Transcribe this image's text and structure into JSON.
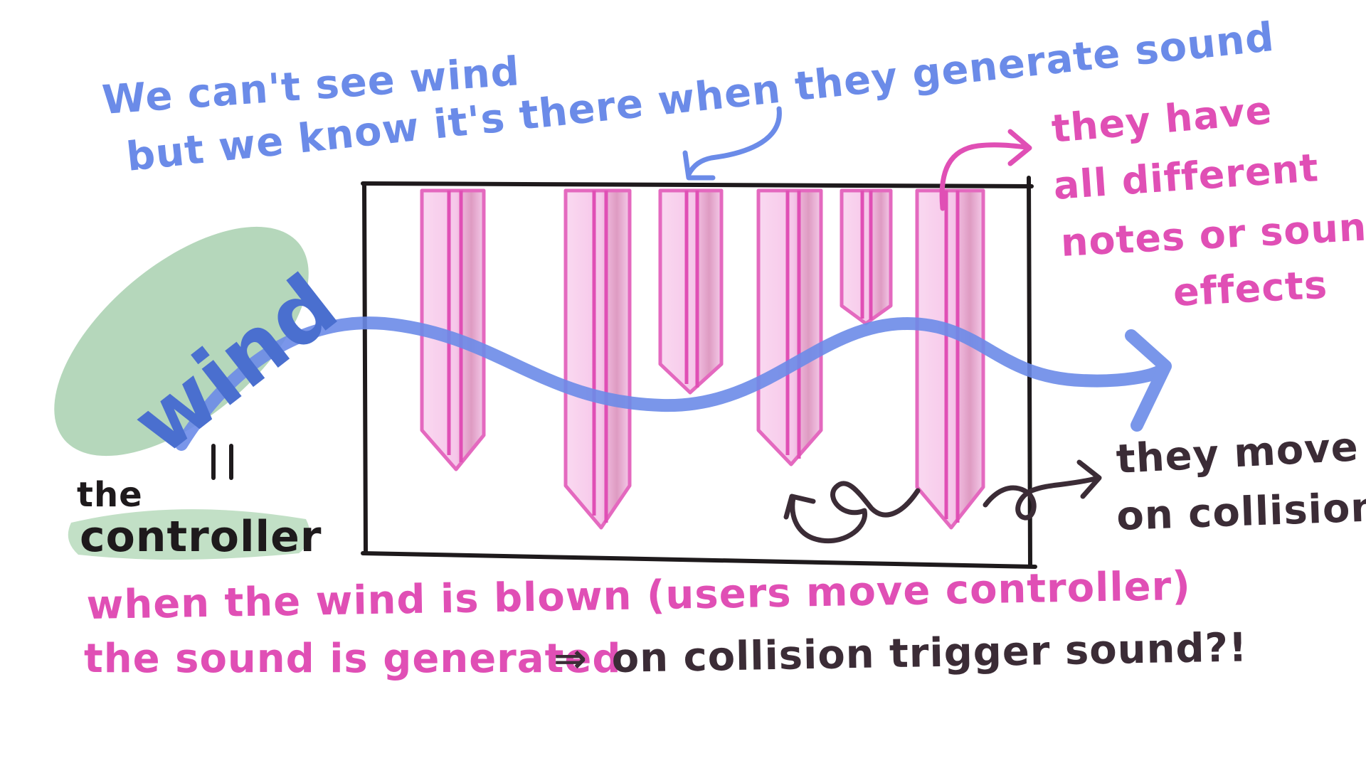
{
  "labels": {
    "wind_word": "wind",
    "equals_sign": "=",
    "controller_the": "the",
    "controller_word": "controller",
    "blue_note_line1": "We can't see wind",
    "blue_note_line2": "but we know it's there when they generate sound",
    "pink_note_line1": "they have",
    "pink_note_line2": "all different",
    "pink_note_line3": "notes or sound",
    "pink_note_line4": "effects",
    "move_note_line1": "they move",
    "move_note_line2": "on collision",
    "bottom_line1": "when the wind is blown (users move controller)",
    "bottom_line2_pink": "the sound is generated",
    "bottom_line2_arrow": "⇒",
    "bottom_line2_dark": "on collision trigger sound?!"
  },
  "colors": {
    "wind_blue": "#6b8be8",
    "chime_pink": "#e04fb5",
    "chime_fill": "#f7c6ea",
    "dark_ink": "#3b2c36",
    "wind_blob": "#9ccaa4",
    "frame": "#1e1a1c"
  },
  "icons": [
    "wind-arrow",
    "chime-tube",
    "curved-pointer-arrow",
    "swirl-motion-arrow",
    "equals-sign"
  ]
}
